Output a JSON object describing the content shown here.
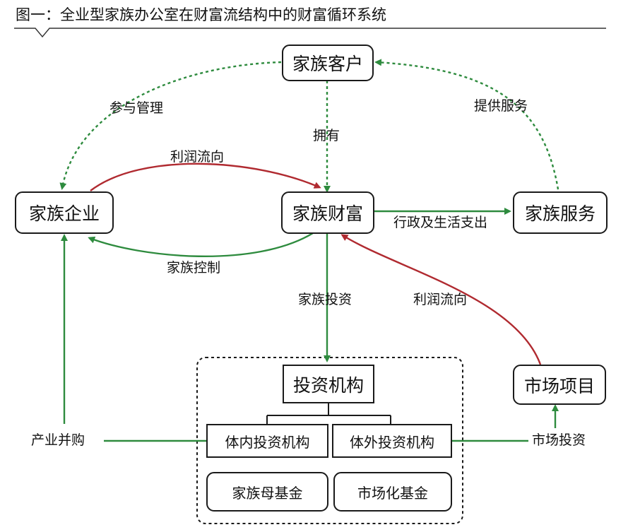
{
  "title": "图一：全业型家族办公室在财富流结构中的财富循环系统",
  "colors": {
    "green": "#2e8b3e",
    "red": "#b02a30",
    "border": "#1a1a1a"
  },
  "nodes": {
    "family_client": "家族客户",
    "family_enterprise": "家族企业",
    "family_wealth": "家族财富",
    "family_service": "家族服务",
    "investment_institution": "投资机构",
    "internal_investment": "体内投资机构",
    "external_investment": "体外投资机构",
    "family_mother_fund": "家族母基金",
    "market_fund": "市场化基金",
    "market_project": "市场项目"
  },
  "labels": {
    "participate_manage": "参与管理",
    "own": "拥有",
    "provide_service": "提供服务",
    "profit_flow_top": "利润流向",
    "admin_living": "行政及生活支出",
    "family_control": "家族控制",
    "family_investment": "家族投资",
    "profit_flow_right": "利润流向",
    "industry_merger": "产业并购",
    "market_investment": "市场投资"
  }
}
